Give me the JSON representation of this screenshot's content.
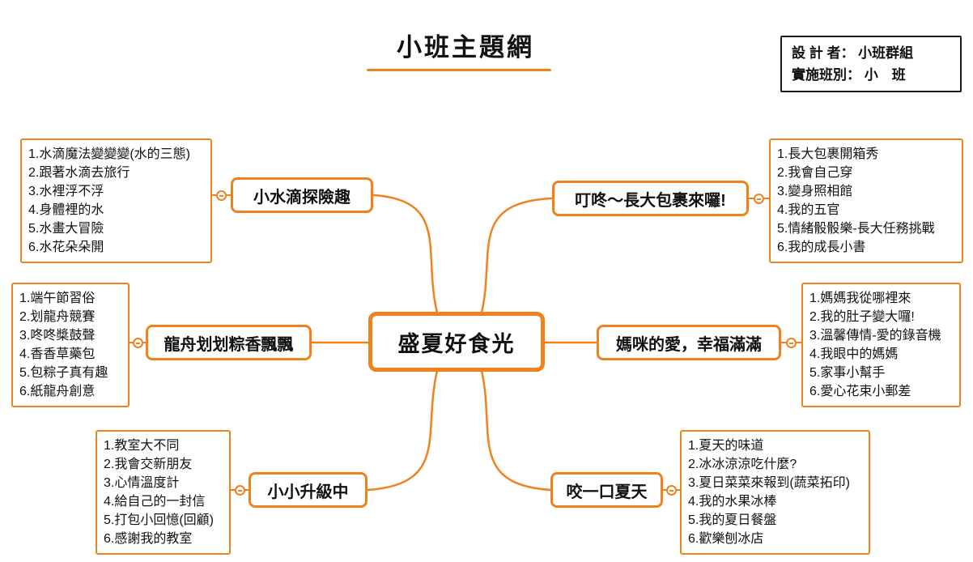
{
  "colors": {
    "accent": "#F0821E",
    "ink": "#111111"
  },
  "title": "小班主題網",
  "info": {
    "designer_line": "設 計 者：  小班群組",
    "class_line": "實施班別：  小　班"
  },
  "center": {
    "label": "盛夏好食光"
  },
  "branches": [
    {
      "label": "小水滴探險趣",
      "side": "left",
      "items": [
        "1.水滴魔法變變變(水的三態)",
        "2.跟著水滴去旅行",
        "3.水裡浮不浮",
        "4.身體裡的水",
        "5.水畫大冒險",
        "6.水花朵朵開"
      ]
    },
    {
      "label": "龍舟划划粽香飄飄",
      "side": "left",
      "items": [
        "1.端午節習俗",
        "2.划龍舟競賽",
        "3.咚咚槳鼓聲",
        "4.香香草藥包",
        "5.包粽子真有趣",
        "6.紙龍舟創意"
      ]
    },
    {
      "label": "小小升級中",
      "side": "left",
      "items": [
        "1.教室大不同",
        "2.我會交新朋友",
        "3.心情溫度計",
        "4.給自己的一封信",
        "5.打包小回憶(回顧)",
        "6.感謝我的教室"
      ]
    },
    {
      "label": "叮咚～長大包裹來囉!",
      "side": "right",
      "items": [
        "1.長大包裹開箱秀",
        "2.我會自己穿",
        "3.變身照相館",
        "4.我的五官",
        "5.情緒骰骰樂-長大任務挑戰",
        "6.我的成長小書"
      ]
    },
    {
      "label": "媽咪的愛，幸福滿滿",
      "side": "right",
      "items": [
        "1.媽媽我從哪裡來",
        "2.我的肚子變大囉!",
        "3.溫馨傳情-愛的錄音機",
        "4.我眼中的媽媽",
        "5.家事小幫手",
        "6.愛心花束小郵差"
      ]
    },
    {
      "label": "咬一口夏天",
      "side": "right",
      "items": [
        "1.夏天的味道",
        "2.冰冰涼涼吃什麼?",
        "3.夏日菜菜來報到(蔬菜拓印)",
        "4.我的水果冰棒",
        "5.我的夏日餐盤",
        "6.歡樂刨冰店"
      ]
    }
  ]
}
